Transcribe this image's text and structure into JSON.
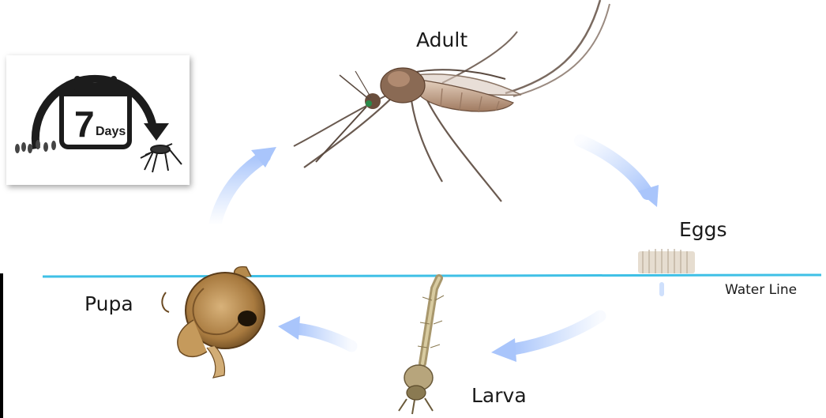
{
  "stages": {
    "adult": "Adult",
    "eggs": "Eggs",
    "pupa": "Pupa",
    "larva": "Larva"
  },
  "water_line_label": "Water Line",
  "calendar": {
    "number": "7",
    "unit": "Days"
  },
  "colors": {
    "water_line": "#3fc0e6",
    "arrow": "#b9d1fb",
    "mosquito_body": "#8a6a54",
    "pupa": "#b58a4c",
    "larva": "#b7a57c"
  }
}
